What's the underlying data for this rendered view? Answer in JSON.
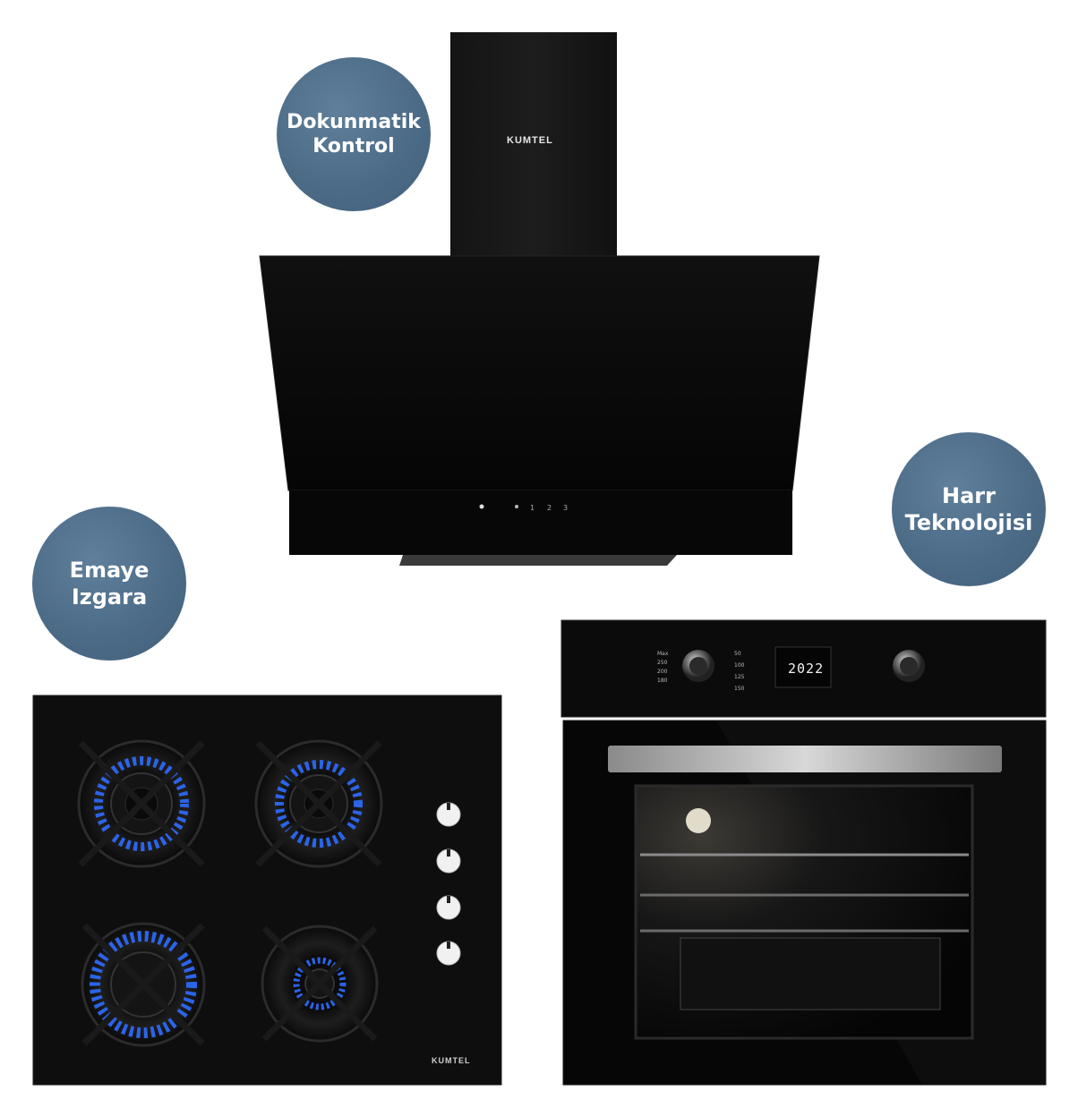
{
  "badges": {
    "touch_control": "Dokunmatik\nKontrol",
    "harr_technology": "Harr\nTeknolojisi",
    "enamel_grill": "Emaye\nIzgara"
  },
  "brand": {
    "hood": "KUMTEL",
    "hob": "KUMTEL"
  },
  "oven": {
    "display_value": "2022",
    "left_dial_marks": [
      "Max",
      "250",
      "200",
      "180"
    ],
    "right_temp_marks": [
      "50",
      "100",
      "125",
      "150"
    ]
  },
  "colors": {
    "badge": "#4b6a86",
    "appliance_black": "#0c0c0c",
    "flame_blue": "#2f6dff"
  }
}
